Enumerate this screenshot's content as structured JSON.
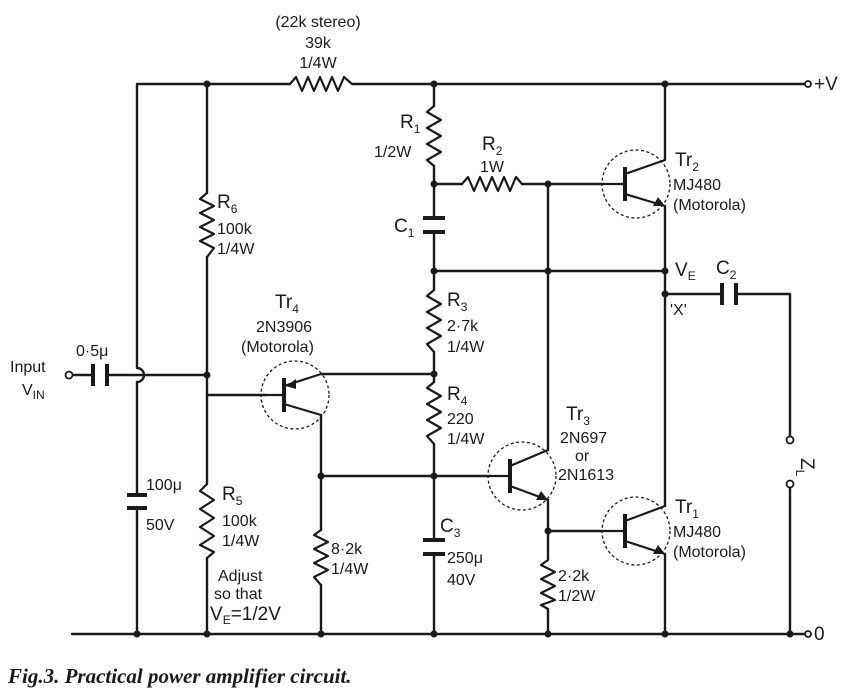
{
  "caption": "Fig.3. Practical power amplifier circuit.",
  "rails": {
    "positive": "+V",
    "ground": "0"
  },
  "feedback_resistor": {
    "note": "(22k stereo)",
    "value": "39k",
    "rating": "1/4W"
  },
  "input": {
    "label": "Input",
    "symbol": "V",
    "subscript": "IN",
    "cap_value": "0·5μ"
  },
  "c_decouple": {
    "value": "100μ",
    "rating": "50V"
  },
  "r6": {
    "name": "R",
    "sub": "6",
    "value": "100k",
    "rating": "1/4W"
  },
  "r5": {
    "name": "R",
    "sub": "5",
    "value": "100k",
    "rating": "1/4W"
  },
  "adjust_note": {
    "line1": "Adjust",
    "line2": "so that",
    "line3_prefix": "V",
    "line3_sub": "E",
    "line3_suffix": "=1/2V"
  },
  "tr4": {
    "name": "Tr",
    "sub": "4",
    "part": "2N3906",
    "maker": "(Motorola)"
  },
  "r_collector": {
    "value": "8·2k",
    "rating": "1/4W"
  },
  "r1": {
    "name": "R",
    "sub": "1",
    "rating": "1/2W"
  },
  "r2": {
    "name": "R",
    "sub": "2",
    "rating": "1W"
  },
  "c1": {
    "name": "C",
    "sub": "1"
  },
  "r3": {
    "name": "R",
    "sub": "3",
    "value": "2·7k",
    "rating": "1/4W"
  },
  "r4": {
    "name": "R",
    "sub": "4",
    "value": "220",
    "rating": "1/4W"
  },
  "c3": {
    "name": "C",
    "sub": "3",
    "value": "250μ",
    "rating": "40V"
  },
  "tr3": {
    "name": "Tr",
    "sub": "3",
    "part1": "2N697",
    "or": "or",
    "part2": "2N1613"
  },
  "r_emitter": {
    "value": "2·2k",
    "rating": "1/2W"
  },
  "tr2": {
    "name": "Tr",
    "sub": "2",
    "part": "MJ480",
    "maker": "(Motorola)"
  },
  "tr1": {
    "name": "Tr",
    "sub": "1",
    "part": "MJ480",
    "maker": "(Motorola)"
  },
  "ve_node": {
    "symbol": "V",
    "sub": "E"
  },
  "node_x": "'X'",
  "c2": {
    "name": "C",
    "sub": "2"
  },
  "load": {
    "name": "Z",
    "sub": "L"
  }
}
